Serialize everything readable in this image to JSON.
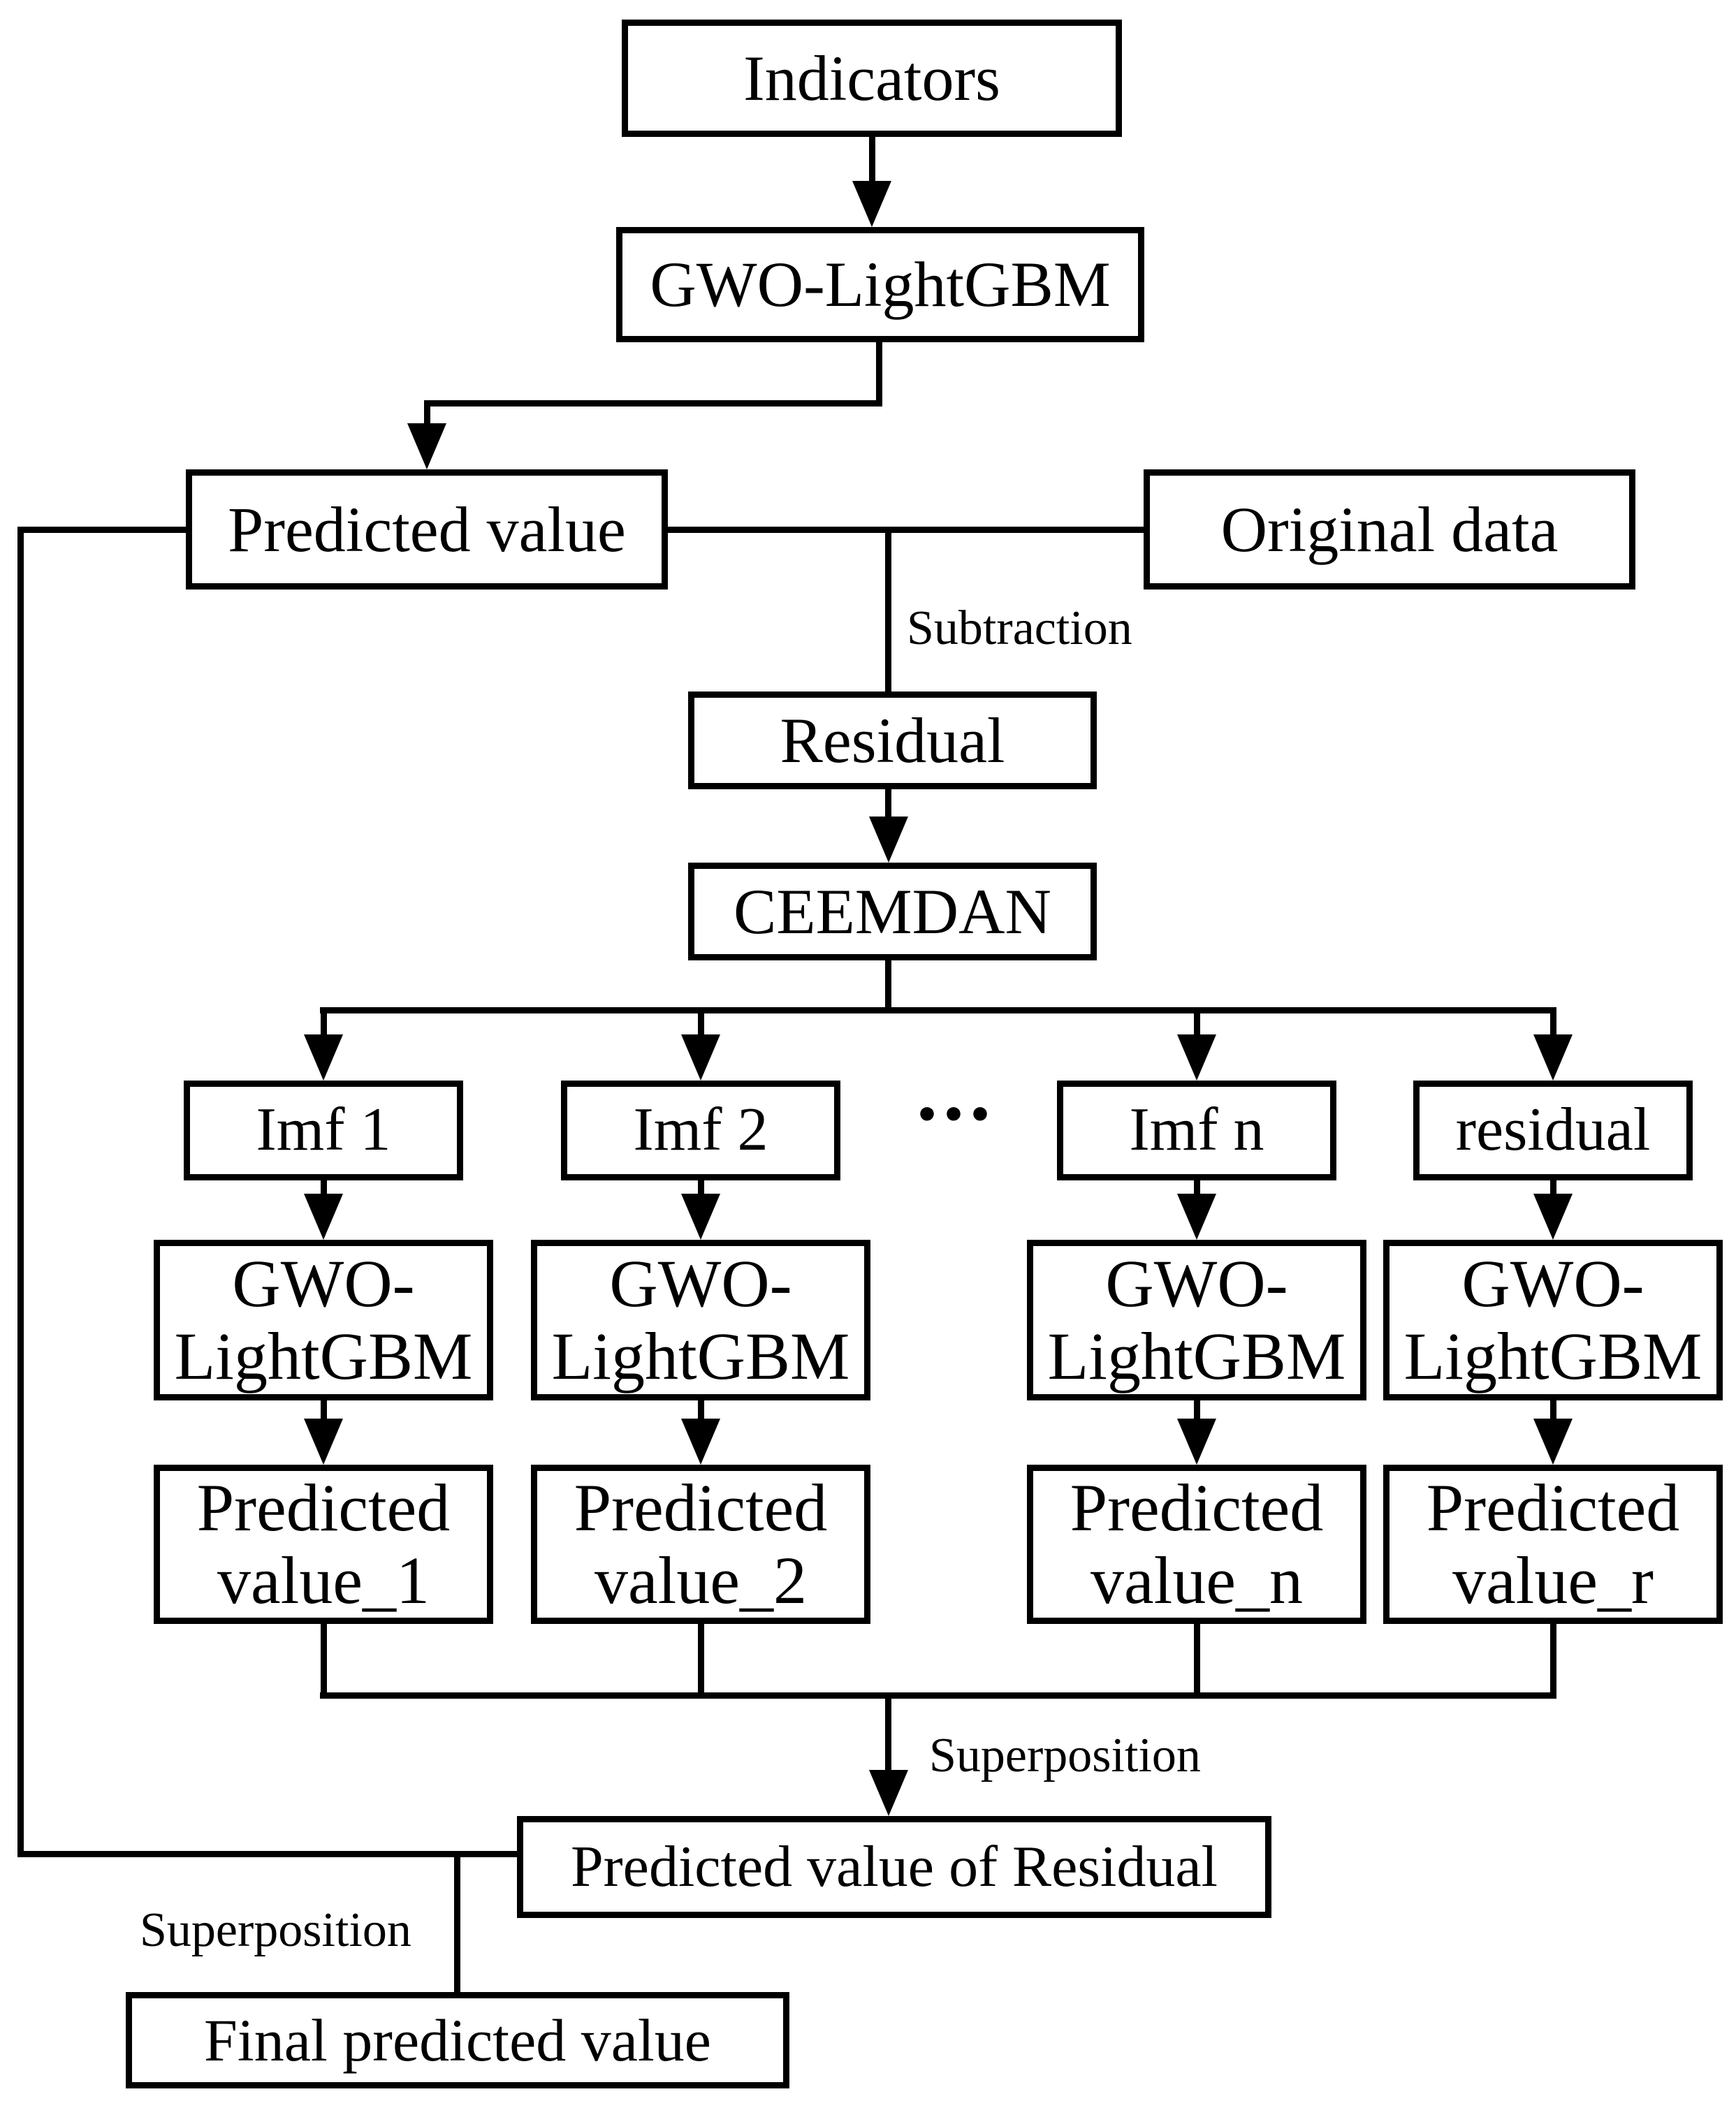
{
  "diagram": {
    "title_hint": "CEEMDAN GWO-LightGBM residual prediction flowchart",
    "colors": {
      "foreground": "#000000",
      "background": "#ffffff"
    },
    "nodes": {
      "indicators": {
        "label": "Indicators"
      },
      "gwo_top": {
        "label": "GWO-LightGBM"
      },
      "predicted_value": {
        "label": "Predicted value"
      },
      "original_data": {
        "label": "Original data"
      },
      "residual": {
        "label": "Residual"
      },
      "ceemdan": {
        "label": "CEEMDAN"
      },
      "imf1": {
        "label": "Imf 1"
      },
      "imf2": {
        "label": "Imf 2"
      },
      "imfn": {
        "label": "Imf n"
      },
      "residual_component": {
        "label": "residual"
      },
      "gwo1": {
        "line1": "GWO-",
        "line2": "LightGBM"
      },
      "gwo2": {
        "line1": "GWO-",
        "line2": "LightGBM"
      },
      "gwo3": {
        "line1": "GWO-",
        "line2": "LightGBM"
      },
      "gwo4": {
        "line1": "GWO-",
        "line2": "LightGBM"
      },
      "pred1": {
        "line1": "Predicted",
        "line2": "value_1"
      },
      "pred2": {
        "line1": "Predicted",
        "line2": "value_2"
      },
      "predn": {
        "line1": "Predicted",
        "line2": "value_n"
      },
      "predr": {
        "line1": "Predicted",
        "line2": "value_r"
      },
      "pvor": {
        "label": "Predicted value of Residual"
      },
      "final": {
        "label": "Final predicted value"
      }
    },
    "edge_labels": {
      "subtraction": "Subtraction",
      "superposition_sum": "Superposition",
      "superposition_final": "Superposition",
      "ellipsis": "..."
    }
  }
}
